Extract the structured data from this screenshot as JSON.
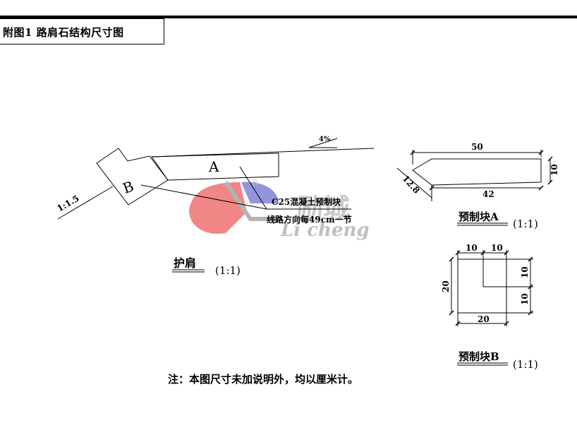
{
  "title": "附图1  路肩石结构尺寸图",
  "main": {
    "slope_grade": "4%",
    "side_slope": "1:1.5",
    "label_a": "A",
    "label_b": "B",
    "callout_1": "C25混凝土预制块",
    "callout_2": "线路方向每49cm一节",
    "caption": "护肩",
    "caption_scale": "(1:1)"
  },
  "block_a": {
    "dim_top": "50",
    "dim_bottom": "42",
    "dim_right": "10",
    "dim_slant": "12.8",
    "caption": "预制块A",
    "scale": "(1:1)"
  },
  "block_b": {
    "dim_top_left": "10",
    "dim_top_right": "10",
    "dim_left": "20",
    "dim_right_top": "10",
    "dim_right_bottom": "10",
    "dim_bottom": "20",
    "caption": "预制块B",
    "scale": "(1:1)"
  },
  "watermark": {
    "registered": "R",
    "chinese": "励城",
    "latin": "Li cheng",
    "red": "#f08080",
    "blue": "#8f8fdc"
  },
  "note": "注：本图尺寸未加说明外，均以厘米计。"
}
